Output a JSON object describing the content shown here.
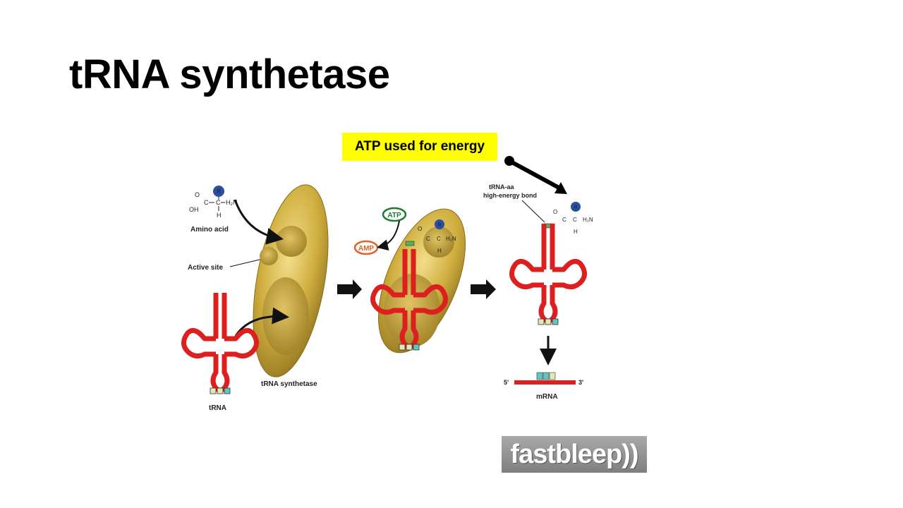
{
  "slide": {
    "title": "tRNA synthetase",
    "callout": "ATP used for energy"
  },
  "diagram": {
    "labels": {
      "amino_acid": "Amino acid",
      "active_site": "Active site",
      "trna": "tRNA",
      "trna_synthetase": "tRNA synthetase",
      "trna_aa_line1": "tRNA-aa",
      "trna_aa_line2": "high-energy bond",
      "mrna": "mRNA",
      "five_prime": "5'",
      "three_prime": "3'"
    },
    "molecules": {
      "atp": "ATP",
      "amp": "AMP",
      "r_group": "R",
      "h2n": "H₂N",
      "c": "C",
      "h": "H",
      "o": "O",
      "oh": "OH"
    },
    "colors": {
      "trna": "#dd1f1f",
      "enzyme": "#c9a42e",
      "atp": "#1d7a32",
      "amp": "#e0622a",
      "r_group": "#2a4ea0",
      "callout": "#ffff00"
    }
  },
  "logo": {
    "text": "fastbleep))"
  }
}
